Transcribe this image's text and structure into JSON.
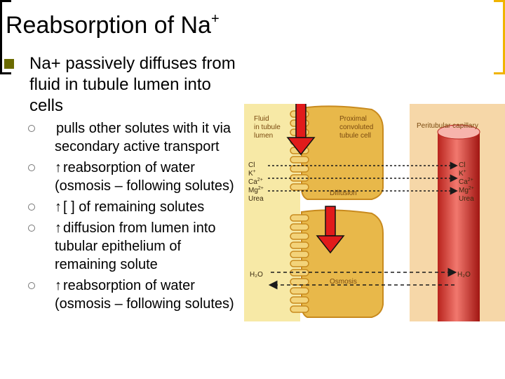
{
  "title": {
    "main": "Reabsorption of Na",
    "sup": "+"
  },
  "main_bullet": "Na+ passively diffuses from fluid in tubule lumen into cells",
  "sub_bullets": [
    {
      "arrow": "",
      "text": "pulls other solutes with it via secondary active transport"
    },
    {
      "arrow": "↑",
      "text": "reabsorption of water (osmosis – following solutes)"
    },
    {
      "arrow": "↑",
      "text": "[ ] of remaining solutes"
    },
    {
      "arrow": "↑",
      "text": "diffusion from lumen into tubular epithelium of remaining solute"
    },
    {
      "arrow": "↑",
      "text": "reabsorption of water (osmosis – following solutes)"
    }
  ],
  "figure": {
    "lumen_label_1": "Fluid",
    "lumen_label_2": "in tubule",
    "lumen_label_3": "lumen",
    "cell_label_1": "Proximal",
    "cell_label_2": "convoluted",
    "cell_label_3": "tubule cell",
    "capillary_label": "Peritubular capillary",
    "diffusion_label": "Diffusion",
    "osmosis_label": "Osmosis",
    "left_ions": [
      "Cl",
      "K",
      "Ca",
      "Mg",
      "Urea"
    ],
    "left_ion_charges": [
      "",
      "+",
      "2+",
      "2+",
      ""
    ],
    "right_ions": [
      "Cl",
      "K",
      "Ca",
      "Mg",
      "Urea"
    ],
    "right_ion_charges": [
      "",
      "+",
      "2+",
      "2+",
      ""
    ],
    "water_left": "H₂O",
    "water_right": "H₂O",
    "colors": {
      "lumen": "#f7e9a6",
      "cell": "#e8b84a",
      "cell_dark": "#c88a1e",
      "capillary_bg": "#f6d7a8",
      "capillary": "#e2443c",
      "red_arrow": "#e11b1b",
      "text_brown": "#7a4a10"
    }
  }
}
